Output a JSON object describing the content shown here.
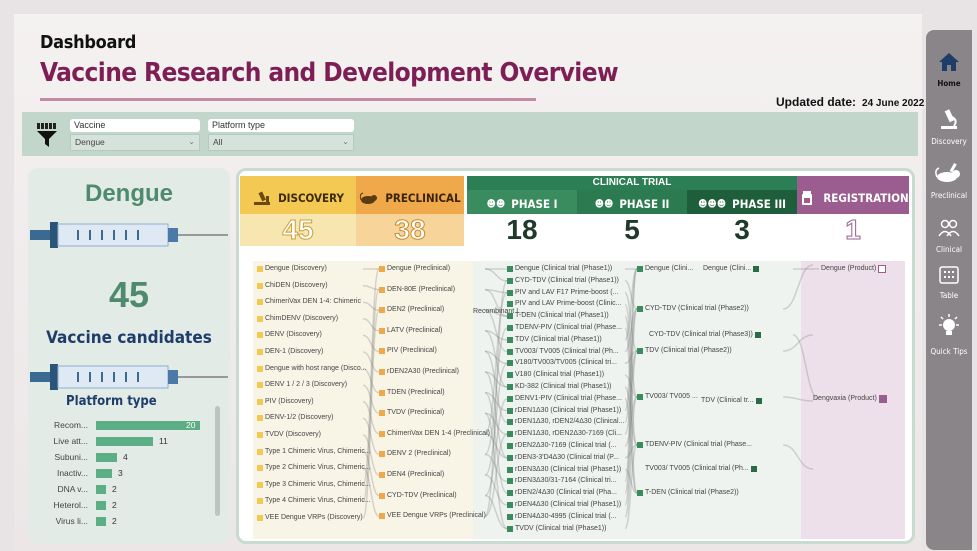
{
  "header": {
    "small_title": "Dashboard",
    "title": "Vaccine Research and Development Overview",
    "updated_label": "Updated date:",
    "updated_date": "24 June 2022"
  },
  "filters": {
    "vaccine": {
      "label": "Vaccine",
      "value": "Dengue"
    },
    "platform": {
      "label": "Platform type",
      "value": "All"
    }
  },
  "summary": {
    "vaccine_name": "Dengue",
    "candidates_count": "45",
    "candidates_label": "Vaccine candidates",
    "platform_label": "Platform type",
    "platform_bars": [
      {
        "cat": "Recom...",
        "value": 20
      },
      {
        "cat": "Live att...",
        "value": 11
      },
      {
        "cat": "Subuni...",
        "value": 4
      },
      {
        "cat": "Inactiv...",
        "value": 3
      },
      {
        "cat": "DNA v...",
        "value": 2
      },
      {
        "cat": "Heterol...",
        "value": 2
      },
      {
        "cat": "Virus li...",
        "value": 2
      }
    ]
  },
  "stages": {
    "discovery": {
      "label": "DISCOVERY",
      "count": "45"
    },
    "preclinical": {
      "label": "PRECLINICAL",
      "count": "38"
    },
    "clinical_header": "CLINICAL TRIAL",
    "phase1": {
      "label": "PHASE I",
      "count": "18"
    },
    "phase2": {
      "label": "PHASE II",
      "count": "5"
    },
    "phase3": {
      "label": "PHASE III",
      "count": "3"
    },
    "registration": {
      "label": "REGISTRATION",
      "count": "1"
    }
  },
  "flow": {
    "discovery_nodes": [
      "Dengue (Discovery)",
      "ChiDEN (Discovery)",
      "ChimeriVax DEN 1-4: Chimeric",
      "ChimDENV (Discovery)",
      "DENV (Discovery)",
      "DEN-1 (Discovery)",
      "Dengue with host range (Disco...",
      "DENV 1 / 2 / 3 (Discovery)",
      "PIV (Discovery)",
      "DENV-1/2 (Discovery)",
      "TVDV (Discovery)",
      "Type 1 Chimeric Virus, Chimeric...",
      "Type 2 Chimeric Virus, Chimeric...",
      "Type 3 Chimeric Virus, Chimeric...",
      "Type 4 Chimeric Virus, Chimeric...",
      "VEE Dengue VRPs (Discovery)"
    ],
    "preclinical_nodes": [
      "Dengue (Preclinical)",
      "DEN-80E (Preclinical)",
      "DEN2 (Preclinical)",
      "LATV (Preclinical)",
      "PIV (Preclinical)",
      "rDEN2A30 (Preclinical)",
      "TDEN (Preclinical)",
      "TVDV (Preclinical)",
      "ChimeriVax DEN 1-4 (Preclinical)",
      "DENV 2 (Preclinical)",
      "DEN4 (Preclinical)",
      "CYD-TDV (Preclinical)",
      "VEE Dengue VRPs (Preclinical)"
    ],
    "phase1_nodes": [
      "Dengue (Clinical trial (Phase1))",
      "CYD-TDV (Clinical trial (Phase1))",
      "PIV and LAV F17 Prime-boost (...",
      "PIV and LAV Prime-boost (Clinic...",
      "T-DEN (Clinical trial (Phase1))",
      "TDENV-PIV (Clinical trial (Phase...",
      "TDV (Clinical trial (Phase1))",
      "TV003/ TV005 (Clinical trial (Ph...",
      "V180/TV003/TV005 (Clinical tri...",
      "V180 (Clinical trial (Phase1))",
      "KD-382 (Clinical trial (Phase1))",
      "DENV1-PIV (Clinical trial (Phase...",
      "rDEN1Δ30 (Clinical trial (Phase1))",
      "rDEN1Δ30, rDEN2/4Δ30 (Clinical...",
      "rDEN1Δ30, rDEN2Δ30-7169 (Cli...",
      "rDEN2Δ30-7169 (Clinical trial (...",
      "rDEN3-3'D4Δ30 (Clinical trial (P...",
      "rDEN3Δ30 (Clinical trial (Phase1))",
      "rDEN3Δ30/31-7164 (Clinical tri...",
      "rDEN2/4Δ30 (Clinical trial (Pha...",
      "rDEN4Δ30 (Clinical trial (Phase1))",
      "rDEN4Δ30-4995 (Clinical trial (...",
      "TVDV (Clinical trial (Phase1))"
    ],
    "phase2_nodes": [
      "Dengue (Clini...",
      "CYD-TDV (Clinical trial (Phase2))",
      "TDV (Clinical trial (Phase2))",
      "TV003/ TV005 ...",
      "TDENV-PIV (Clinical trial (Phase...",
      "T-DEN (Clinical trial (Phase2))"
    ],
    "phase3_nodes": [
      "Dengue (Clini...",
      "CYD-TDV (Clinical trial (Phase3))",
      "TDV (Clinical tr...",
      "TV003/ TV005 (Clinical trial (Ph..."
    ],
    "registration_nodes": [
      "Dengue (Product)",
      "Dengvaxia (Product)"
    ],
    "misc_label": "Recombinant I..."
  },
  "nav": {
    "home": "Home",
    "discovery": "Discovery",
    "preclinical": "Preclinical",
    "clinical": "Clinical",
    "table": "Table",
    "quick_tips": "Quick Tips"
  },
  "colors": {
    "title": "#7d1f55",
    "discovery": "#f3c853",
    "preclinical": "#f0a94a",
    "clinical": "#3a8c5f",
    "registration": "#9b5c8f",
    "bar": "#5cae85"
  }
}
